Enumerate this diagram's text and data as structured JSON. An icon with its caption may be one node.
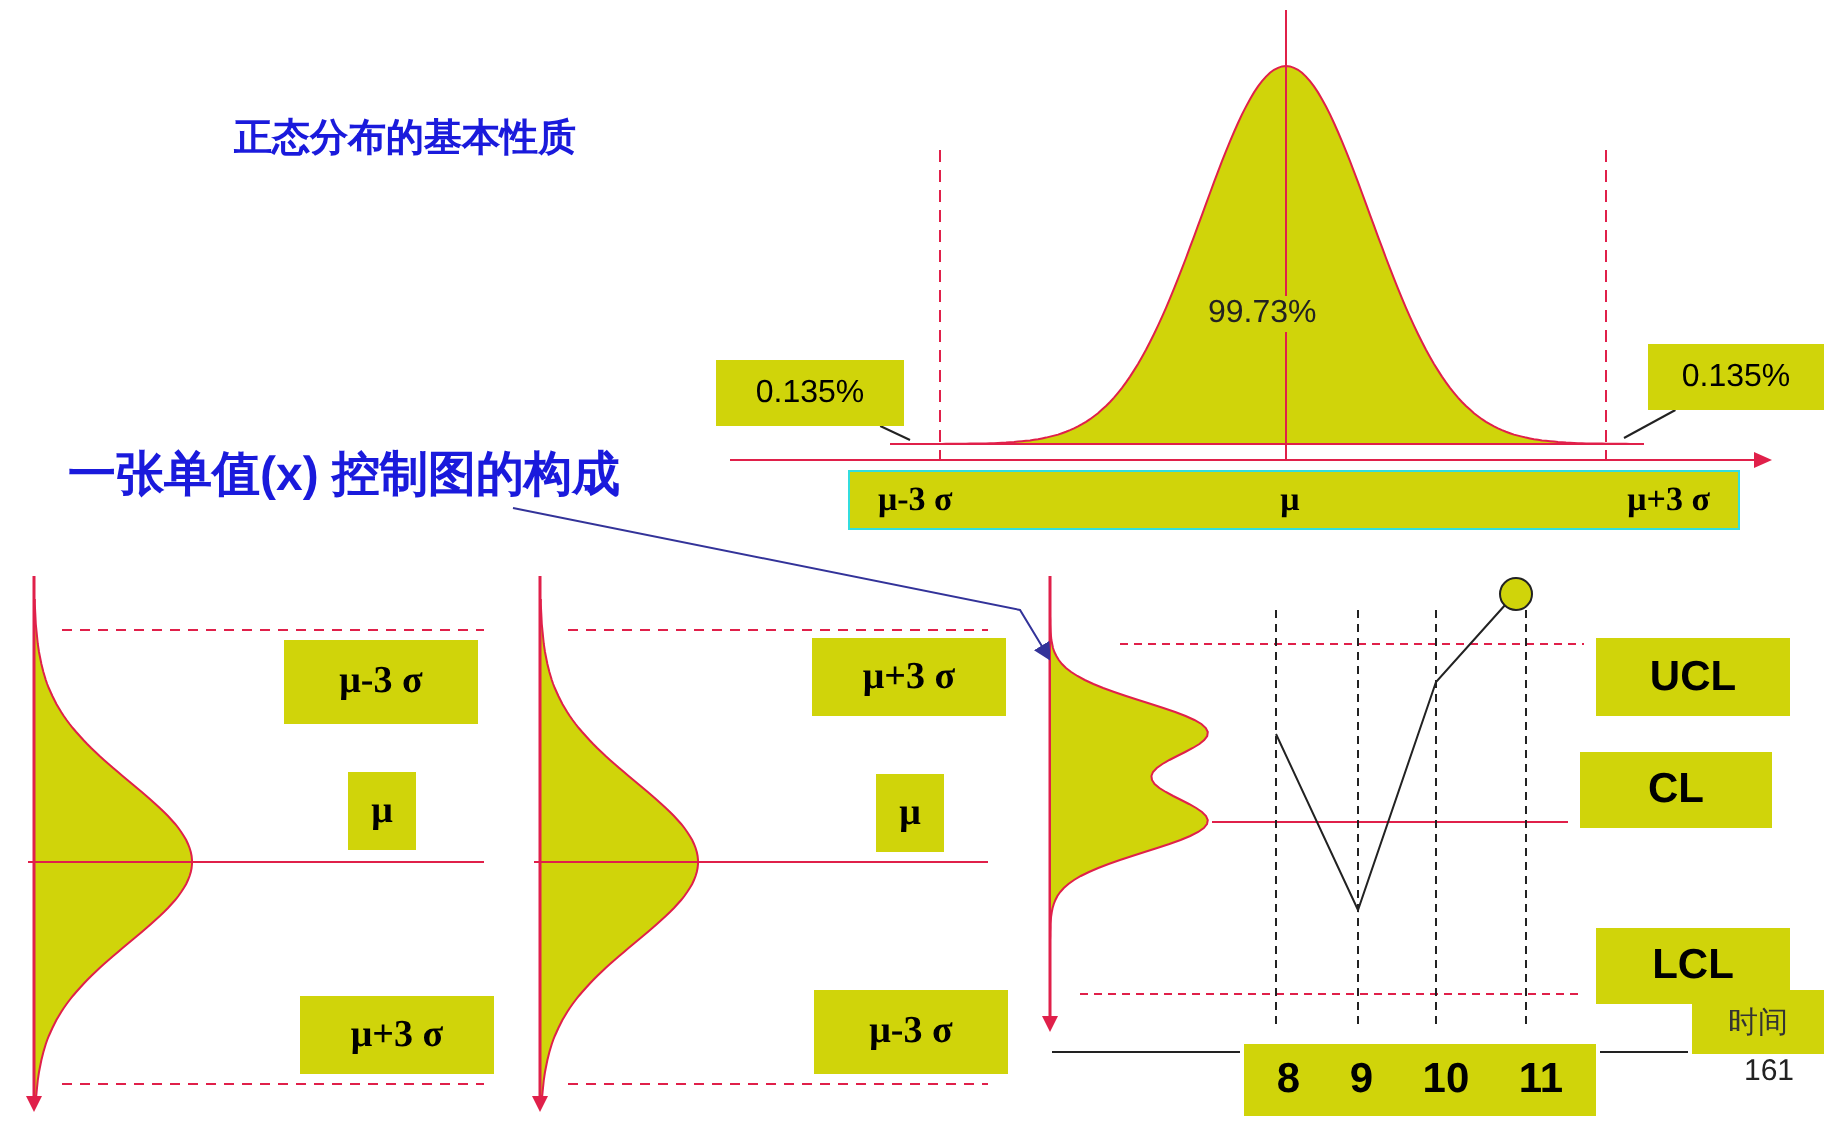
{
  "diagram": {
    "nodes": [
      {
        "text": [
          "0.135%"
        ]
      },
      {
        "text": [
          "0.135%"
        ]
      },
      {
        "text": [
          "μ-3 σ",
          "μ",
          "μ+3 σ"
        ]
      },
      {
        "text": [
          "一张单值(x) 控制图的构成"
        ]
      },
      {
        "text": [
          "μ-3 σ"
        ]
      },
      {
        "text": [
          "μ"
        ]
      },
      {
        "text": [
          "μ+3 σ"
        ]
      },
      {
        "text": [
          "μ+3 σ"
        ]
      },
      {
        "text": [
          "μ"
        ]
      },
      {
        "text": [
          "μ-3 σ"
        ]
      },
      {
        "text": [
          "UCL"
        ]
      },
      {
        "text": [
          "CL"
        ]
      },
      {
        "text": [
          "LCL"
        ]
      },
      {
        "text": [
          "时间"
        ]
      },
      {
        "text": [
          "8",
          "9",
          "10",
          "11"
        ]
      },
      {
        "text": [],
        "shape": "picture"
      }
    ],
    "edges": [
      {
        "from": 0,
        "to": null,
        "arrow": "none"
      },
      {
        "from": 1,
        "to": null,
        "arrow": "none"
      },
      {
        "from": 3,
        "to": 15,
        "arrow": "to",
        "color": "#333399"
      }
    ],
    "labels": [
      "正态分布的基本性质",
      "99.73%",
      "161"
    ]
  }
}
